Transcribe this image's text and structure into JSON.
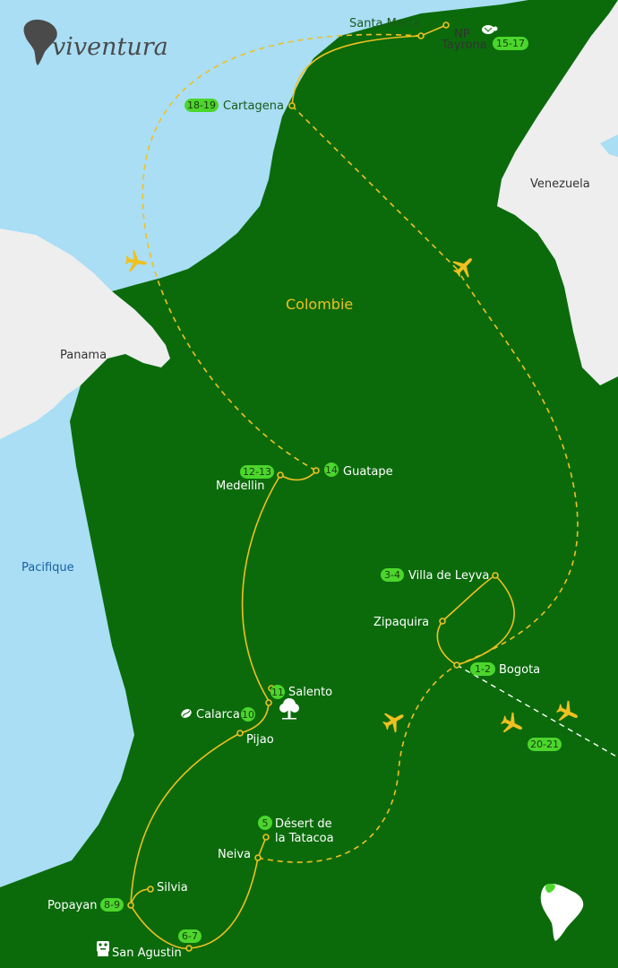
{
  "brand": {
    "name": "viventura"
  },
  "colors": {
    "land": "#0b6b0b",
    "neighbor": "#eeeeee",
    "sea": "#a9def5",
    "route": "#f0c020",
    "badge": "#4bd62c"
  },
  "labels": {
    "country": "Colombie",
    "venezuela": "Venezuela",
    "panama": "Panama",
    "pacific": "Pacifique"
  },
  "stops": {
    "santa_marta": {
      "name": "Santa Marta"
    },
    "tayrona": {
      "name_line1": "NP",
      "name_line2": "Tayrona",
      "days": "15-17"
    },
    "cartagena": {
      "name": "Cartagena",
      "days": "18-19"
    },
    "medellin": {
      "name": "Medellin",
      "days": "12-13"
    },
    "guatape": {
      "name": "Guatape",
      "days": "14"
    },
    "villa_de_leyva": {
      "name": "Villa de Leyva",
      "days": "3-4"
    },
    "zipaquira": {
      "name": "Zipaquira"
    },
    "bogota": {
      "name": "Bogota",
      "days": "1-2"
    },
    "salento": {
      "name": "Salento",
      "days": "11"
    },
    "calarca": {
      "name": "Calarca",
      "days": "10"
    },
    "pijao": {
      "name": "Pijao"
    },
    "tatacoa": {
      "name_line1": "Désert de",
      "name_line2": "la Tatacoa",
      "days": "5"
    },
    "neiva": {
      "name": "Neiva"
    },
    "silvia": {
      "name": "Silvia"
    },
    "popayan": {
      "name": "Popayan",
      "days": "8-9"
    },
    "san_agustin": {
      "name": "San Agustin",
      "days": "6-7"
    },
    "departure": {
      "days": "20-21"
    }
  },
  "icons": [
    "airplane-icon",
    "tree-icon",
    "coffee-bean-icon",
    "statue-icon",
    "turtle-icon",
    "south-america-locator-icon"
  ]
}
